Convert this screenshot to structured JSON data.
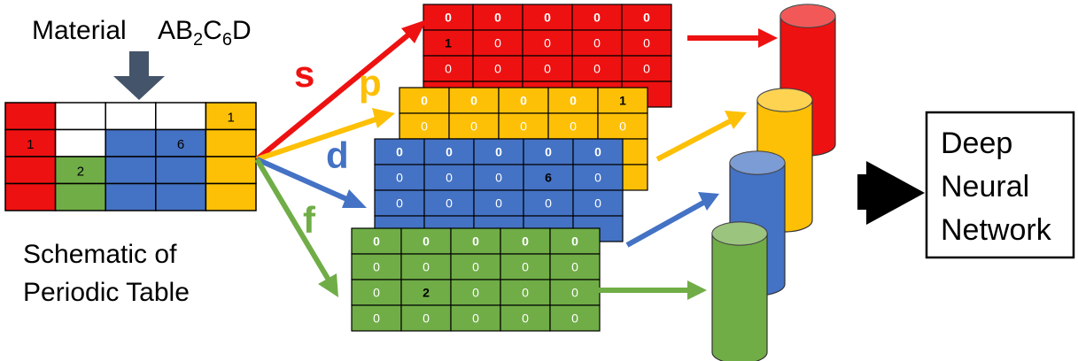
{
  "material": {
    "label": "Material",
    "prefix": "AB",
    "sub1": "2",
    "mid": "C",
    "sub2": "6",
    "suffix": "D"
  },
  "schematic": {
    "line1": "Schematic of",
    "line2": "Periodic Table"
  },
  "periodic_table": {
    "rows": [
      [
        {
          "color": "red",
          "value": ""
        },
        {
          "color": "white",
          "value": ""
        },
        {
          "color": "white",
          "value": ""
        },
        {
          "color": "white",
          "value": ""
        },
        {
          "color": "yellow",
          "value": "1"
        }
      ],
      [
        {
          "color": "red",
          "value": "1"
        },
        {
          "color": "white",
          "value": ""
        },
        {
          "color": "blue",
          "value": ""
        },
        {
          "color": "blue",
          "value": "6"
        },
        {
          "color": "yellow",
          "value": ""
        }
      ],
      [
        {
          "color": "red",
          "value": ""
        },
        {
          "color": "green",
          "value": "2"
        },
        {
          "color": "blue",
          "value": ""
        },
        {
          "color": "blue",
          "value": ""
        },
        {
          "color": "yellow",
          "value": ""
        }
      ],
      [
        {
          "color": "red",
          "value": ""
        },
        {
          "color": "green",
          "value": ""
        },
        {
          "color": "blue",
          "value": ""
        },
        {
          "color": "blue",
          "value": ""
        },
        {
          "color": "yellow",
          "value": ""
        }
      ]
    ]
  },
  "orbitals": [
    {
      "key": "s",
      "label": "s",
      "color": "#EE1111",
      "grid": [
        [
          "0",
          "0",
          "0",
          "0",
          "0"
        ],
        [
          "1",
          "0",
          "0",
          "0",
          "0"
        ],
        [
          "0",
          "0",
          "0",
          "0",
          "0"
        ]
      ]
    },
    {
      "key": "p",
      "label": "p",
      "color": "#FDC006",
      "grid": [
        [
          "0",
          "0",
          "0",
          "0",
          "1"
        ],
        [
          "0",
          "0",
          "0",
          "0",
          "0"
        ]
      ]
    },
    {
      "key": "d",
      "label": "d",
      "color": "#4472C4",
      "grid": [
        [
          "0",
          "0",
          "0",
          "0",
          "0"
        ],
        [
          "0",
          "0",
          "0",
          "6",
          "0"
        ],
        [
          "0",
          "0",
          "0",
          "0",
          "0"
        ]
      ]
    },
    {
      "key": "f",
      "label": "f",
      "color": "#70AD47",
      "grid": [
        [
          "0",
          "0",
          "0",
          "0",
          "0"
        ],
        [
          "0",
          "0",
          "0",
          "0",
          "0"
        ],
        [
          "0",
          "2",
          "0",
          "0",
          "0"
        ],
        [
          "0",
          "0",
          "0",
          "0",
          "0"
        ]
      ]
    }
  ],
  "colors": {
    "red": "#EE1111",
    "yellow": "#FDC006",
    "blue": "#4472C4",
    "green": "#70AD47",
    "white": "#FFFFFF",
    "arrow": "#44546A"
  },
  "dnn": {
    "line1": "Deep",
    "line2": "Neural",
    "line3": "Network"
  }
}
